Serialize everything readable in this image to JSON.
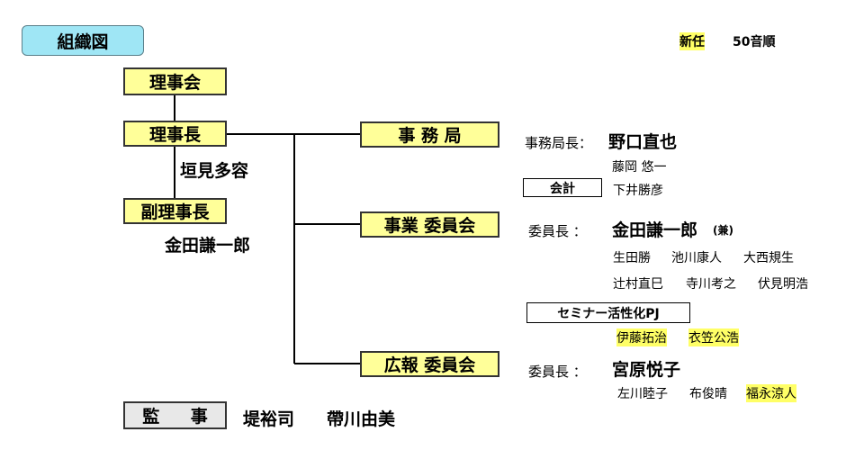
{
  "header": {
    "title": "組織図",
    "new_badge": "新任",
    "order_note": "50音順"
  },
  "boxes": {
    "board": "理事会",
    "chairman": "理事長",
    "vice_chairman": "副理事長",
    "secretariat": "事 務 局",
    "business_committee": "事業 委員会",
    "pr_committee": "広報 委員会",
    "auditor": "監 事",
    "accounting": "会計",
    "seminar_pj": "セミナー活性化PJ"
  },
  "people": {
    "chairman_name": "垣見多容",
    "vice_chairman_name": "金田謙一郎",
    "auditors": [
      "堤裕司",
      "帶川由美"
    ],
    "secretariat": {
      "role": "事務局長：",
      "head": "野口直也",
      "staff": [
        "藤岡 悠一"
      ],
      "accounting_staff": "下井勝彦"
    },
    "business": {
      "role": "委員長 ：",
      "head": "金田謙一郎",
      "head_note": "(兼)",
      "members_row1": [
        "生田勝",
        "池川康人",
        "大西規生"
      ],
      "members_row2": [
        "辻村直巳",
        "寺川考之",
        "伏見明浩"
      ],
      "seminar_members": [
        "伊藤拓治",
        "衣笠公浩"
      ]
    },
    "pr": {
      "role": "委員長 ：",
      "head": "宮原悦子",
      "members": [
        "左川睦子",
        "布俊晴",
        "福永涼人"
      ]
    }
  },
  "colors": {
    "title_bg": "#9fe6f5",
    "box_bg": "#ffff99",
    "highlight": "#ffff66",
    "auditor_bg": "#e8e8e8"
  }
}
